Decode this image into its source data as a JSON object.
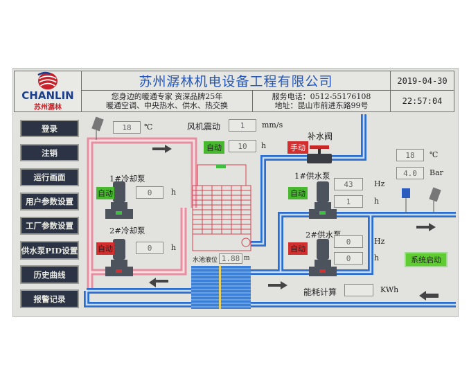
{
  "header": {
    "company": "苏州潺林机电设备工程有限公司",
    "date": "2019-04-30",
    "time": "22:57:04",
    "slogan_line1": "您身边的暖通专家 资深品牌25年",
    "slogan_line2": "暖通空调、中央热水、供水、热交换",
    "phone": "服务电话：0512-55176108",
    "address": "地址：昆山市前进东路99号"
  },
  "logo": {
    "brand": "CHANLIN",
    "cn": "苏州潺林"
  },
  "nav": [
    {
      "label": "登录"
    },
    {
      "label": "注销"
    },
    {
      "label": "运行画面"
    },
    {
      "label": "用户参数设置"
    },
    {
      "label": "工厂参数设置"
    },
    {
      "label": "供水泵PID设置"
    },
    {
      "label": "历史曲线"
    },
    {
      "label": "报警记录"
    }
  ],
  "cooling": {
    "temp": "18",
    "temp_unit": "℃",
    "fan_vibration_label": "风机震动",
    "fan_vibration": "1",
    "fan_vibration_unit": "mm/s",
    "fan_mode": "自动",
    "fan_hours": "10",
    "fan_hours_unit": "h",
    "pump1_label": "1#冷却泵",
    "pump1_mode": "自动",
    "pump1_hours": "0",
    "pump1_unit": "h",
    "pump2_label": "2#冷却泵",
    "pump2_mode": "自动",
    "pump2_hours": "0",
    "pump2_unit": "h",
    "level_label": "水池液位",
    "level": "1.88",
    "level_unit": "m"
  },
  "supply": {
    "valve_label": "补水阀",
    "valve_mode": "手动",
    "temp": "18",
    "temp_unit": "℃",
    "pressure": "4.0",
    "pressure_unit": "Bar",
    "pump1_label": "1#供水泵",
    "pump1_mode": "自动",
    "pump1_freq": "43",
    "pump1_freq_unit": "Hz",
    "pump1_hours": "1",
    "pump1_hours_unit": "h",
    "pump2_label": "2#供水泵",
    "pump2_mode": "自动",
    "pump2_freq": "0",
    "pump2_freq_unit": "Hz",
    "pump2_hours": "0",
    "pump2_hours_unit": "h",
    "start_label": "系统启动",
    "energy_label": "能耗计算",
    "energy": "",
    "energy_unit": "KWh"
  },
  "colors": {
    "nav_bg": "#2b3345",
    "auto": "#48b82e",
    "manual": "#d23030",
    "pipe_blue": "#2a6fd0",
    "pipe_pink": "#e58fa0"
  }
}
